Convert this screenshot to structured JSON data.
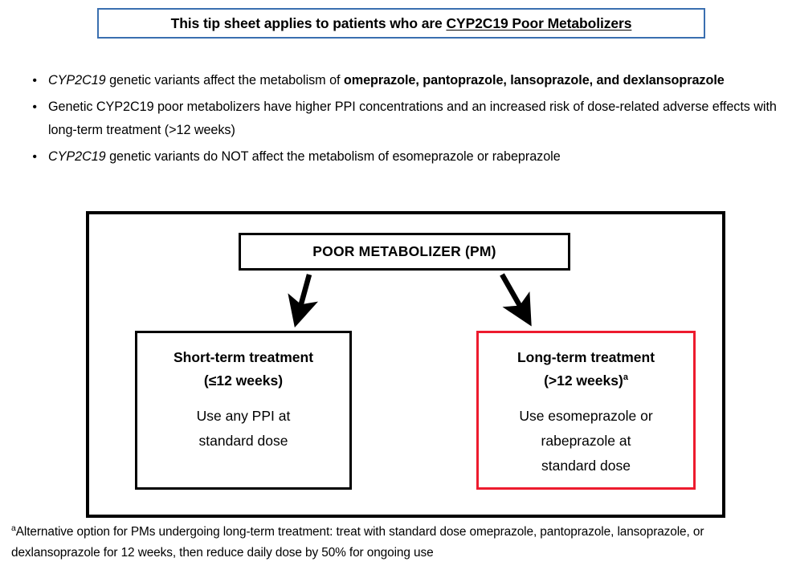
{
  "header": {
    "prefix": "This tip sheet applies to patients who are ",
    "emphasis": "CYP2C19 Poor Metabolizers"
  },
  "bullets": [
    {
      "marker": "•",
      "segments": [
        {
          "text": "CYP2C19",
          "style": "italic"
        },
        {
          "text": " genetic variants affect the metabolism of ",
          "style": "normal"
        },
        {
          "text": "omeprazole, pantoprazole, lansoprazole, and dexlansoprazole",
          "style": "bold"
        }
      ]
    },
    {
      "marker": "•",
      "segments": [
        {
          "text": "Genetic CYP2C19 poor metabolizers have higher PPI concentrations and an increased risk of dose-related adverse effects with long-term treatment (>12 weeks)",
          "style": "normal"
        }
      ]
    },
    {
      "marker": "•",
      "segments": [
        {
          "text": "CYP2C19",
          "style": "italic"
        },
        {
          "text": " genetic variants do NOT affect the metabolism of esomeprazole or rabeprazole",
          "style": "normal"
        }
      ]
    }
  ],
  "flowchart": {
    "root_box": {
      "label": "POOR METABOLIZER (PM)"
    },
    "branches": [
      {
        "id": "short-term",
        "title_line1": "Short-term treatment",
        "title_line2": "(≤12 weeks)",
        "title_superscript": "",
        "body_line1": "Use any PPI at",
        "body_line2": "standard dose",
        "body_line3": "",
        "border_color": "#000000"
      },
      {
        "id": "long-term",
        "title_line1": "Long-term treatment",
        "title_line2": "(>12 weeks)",
        "title_superscript": "a",
        "body_line1": "Use esomeprazole or",
        "body_line2": "rabeprazole at",
        "body_line3": "standard dose",
        "border_color": "#ED1B2E"
      }
    ],
    "arrow_color": "#000000"
  },
  "footnote": {
    "marker": "a",
    "text": "Alternative option for PMs undergoing long-term treatment: treat with standard dose omeprazole, pantoprazole, lansoprazole, or dexlansoprazole for 12 weeks, then reduce daily dose by 50% for ongoing use"
  },
  "colors": {
    "header_border": "#3A6FB0",
    "accent_red": "#ED1B2E",
    "outline_black": "#000000",
    "page_background": "#FFFFFF"
  }
}
